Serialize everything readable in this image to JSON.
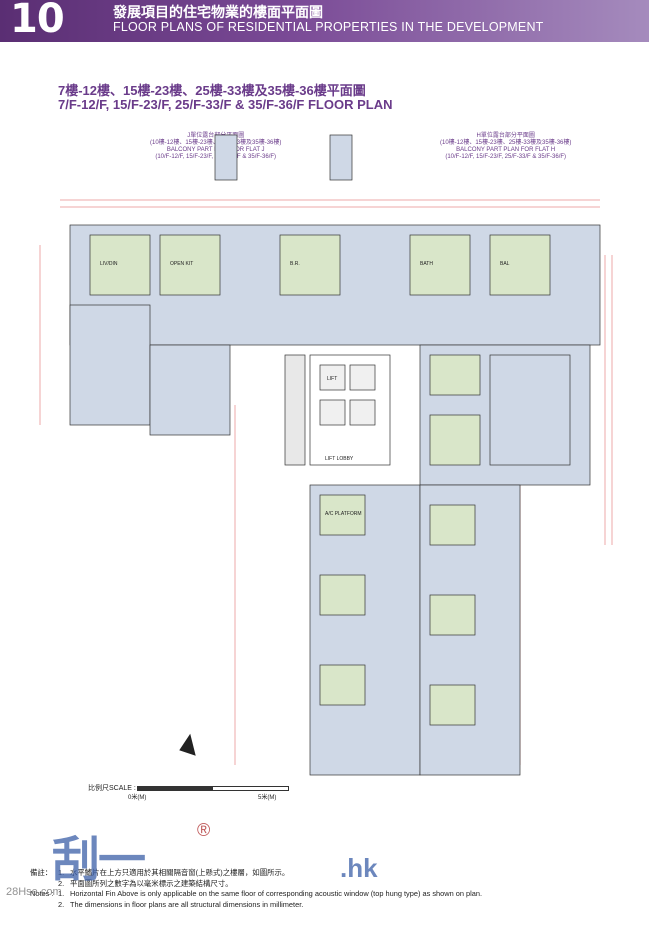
{
  "header": {
    "section_number": "10",
    "title_zh": "發展項目的住宅物業的樓面平面圖",
    "title_en": "FLOOR PLANS OF RESIDENTIAL PROPERTIES IN THE DEVELOPMENT"
  },
  "plan_title": {
    "zh": "7樓-12樓、15樓-23樓、25樓-33樓及35樓-36樓平面圖",
    "en": "7/F-12/F, 15/F-23/F, 25/F-33/F & 35/F-36/F FLOOR PLAN"
  },
  "balcony_j": {
    "zh1": "J單位露台部分平面圖",
    "zh2": "(10樓-12樓、15樓-23樓、25樓-33樓及35樓-36樓)",
    "en1": "BALCONY PART PLAN FOR FLAT J",
    "en2": "(10/F-12/F, 15/F-23/F, 25/F-33/F & 35/F-36/F)"
  },
  "balcony_h": {
    "zh1": "H單位露台部分平面圖",
    "zh2": "(10樓-12樓、15樓-23樓、25樓-33樓及35樓-36樓)",
    "en1": "BALCONY PART PLAN FOR FLAT H",
    "en2": "(10/F-12/F, 15/F-23/F, 25/F-33/F & 35/F-36/F)"
  },
  "scale": {
    "label": "比例尺SCALE :",
    "start": "0米(M)",
    "end": "5米(M)"
  },
  "notes": {
    "zh_label": "備註：",
    "zh_1_num": "1.",
    "zh_1": "水平鰭片在上方只適用於其相關隔音窗(上懸式)之樓層，如圖所示。",
    "zh_2_num": "2.",
    "zh_2": "平面圖所列之數字為以毫米標示之建築結構尺寸。",
    "en_label": "Notes :",
    "en_1_num": "1.",
    "en_1": "Horizontal Fin Above is only applicable on the same floor of corresponding acoustic window (top hung type) as shown on plan.",
    "en_2_num": "2.",
    "en_2": "The dimensions in floor plans are all structural dimensions in millimeter."
  },
  "plan_labels": {
    "lift_lobby": "LIFT LOBBY",
    "open_kit": "OPEN KIT",
    "liv_din": "LIV/DIN",
    "bal": "BAL",
    "br": "B.R.",
    "bath": "BATH",
    "ac_platform": "A/C PLATFORM",
    "lift": "LIFT"
  },
  "watermark": {
    "brand": "刮一",
    "reg": "®",
    "site": "28Hse.com",
    "hk": ".hk"
  },
  "colors": {
    "header_purple": "#5a2e73",
    "title_purple": "#6a3b8a",
    "room_green": "#d9e6c9",
    "room_blue": "#cfd8e6",
    "dimension_red": "#d22a2a"
  }
}
